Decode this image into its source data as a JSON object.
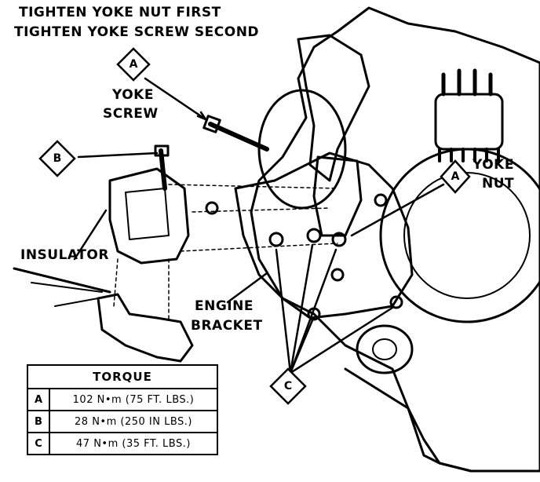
{
  "title_lines": [
    "TIGHTEN YOKE NUT FIRST",
    "TIGHTEN YOKE SCREW SECOND"
  ],
  "labels": {
    "yoke_screw": [
      "YOKE",
      "SCREW"
    ],
    "yoke_nut": [
      "YOKE",
      "NUT"
    ],
    "insulator": "INSULATOR",
    "engine_bracket": [
      "ENGINE",
      "BRACKET"
    ]
  },
  "callouts": {
    "a_screw": "A",
    "a_nut": "A",
    "b": "B",
    "c": "C"
  },
  "torque_table": {
    "header": "TORQUE",
    "rows": [
      {
        "key": "A",
        "value": "102 N•m (75 FT. LBS.)"
      },
      {
        "key": "B",
        "value": "28 N•m (250 IN LBS.)"
      },
      {
        "key": "C",
        "value": "47 N•m (35 FT. LBS.)"
      }
    ]
  }
}
